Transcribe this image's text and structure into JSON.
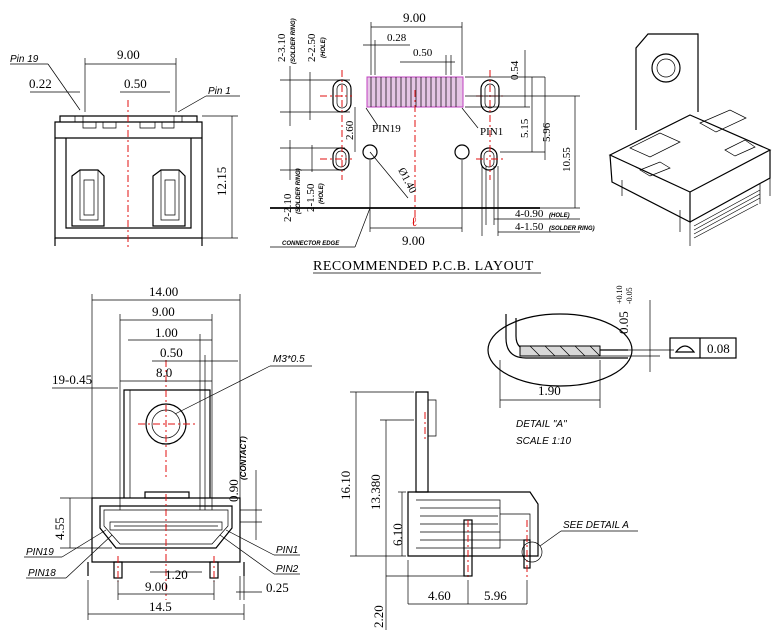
{
  "front_top": {
    "pin19": "Pin 19",
    "pin1": "Pin 1",
    "w900": "9.00",
    "w050": "0.50",
    "w022": "0.22",
    "h1215": "12.15"
  },
  "pcb": {
    "d900_top": "9.00",
    "d028": "0.28",
    "d050": "0.50",
    "d054": "0.54",
    "d515": "5.15",
    "d596": "5.96",
    "d1055": "10.55",
    "d260": "2.60",
    "d140": "Ø1.40",
    "d900_bottom": "9.00",
    "hole_top_a": "2-3.10",
    "hole_top_a_note": "(SOLDER RING)",
    "hole_top_b": "2-2.50",
    "hole_top_b_note": "(HOLE)",
    "hole_bot_a": "2-2.10",
    "hole_bot_a_note": "(SOLDER RING)",
    "hole_bot_b": "2-1.50",
    "hole_bot_b_note": "(HOLE)",
    "hole_r_a": "4-0.90",
    "hole_r_a_note": "(HOLE)",
    "hole_r_b": "4-1.50",
    "hole_r_b_note": "(SOLDER RING)",
    "pin19": "PIN19",
    "pin1": "PIN1",
    "cl": "ℓ",
    "edge": "CONNECTOR EDGE",
    "title": "RECOMMENDED P.C.B. LAYOUT"
  },
  "front_main": {
    "d1400": "14.00",
    "d900": "9.00",
    "d100": "1.00",
    "d050": "0.50",
    "d80": "8.0",
    "d19045": "19-0.45",
    "m3": "M3*0.5",
    "contact": "(CONTACT)",
    "d090": "0.90",
    "d455": "4.55",
    "pin19": "PIN19",
    "pin18": "PIN18",
    "pin1": "PIN1",
    "pin2": "PIN2",
    "d120": "1.20",
    "d900b": "9.00",
    "d025": "0.25",
    "d145": "14.5"
  },
  "side": {
    "d1610": "16.10",
    "d13380": "13.380",
    "d610": "6.10",
    "d220": "2.20",
    "d460": "4.60",
    "d596": "5.96",
    "see": "SEE DETAIL A"
  },
  "detail": {
    "thickness": "0.05",
    "tol_plus": "+0.10",
    "tol_minus": "-0.05",
    "d190": "1.90",
    "flat": "0.08",
    "label": "DETAIL \"A\"",
    "scale": "SCALE 1:10"
  },
  "colors": {
    "centerline": "#e01010",
    "pads": "#e6c6e6",
    "pad_stroke": "#c040c0"
  }
}
